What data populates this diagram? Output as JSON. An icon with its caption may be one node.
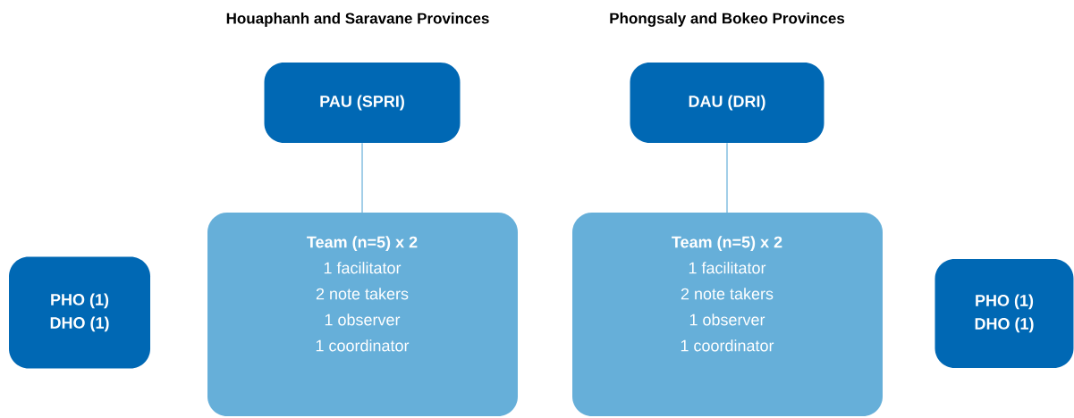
{
  "diagram": {
    "nodes": [
      {
        "text": [
          "PAU (SPRI)"
        ]
      },
      {
        "text": [
          "Team (n=5) x 2",
          "1 facilitator",
          "2 note takers",
          "1 observer",
          "1 coordinator"
        ]
      },
      {
        "text": [
          "DAU (DRI)"
        ]
      },
      {
        "text": [
          "Team (n=5) x 2",
          "1 facilitator",
          "2 note takers",
          "1 observer",
          "1 coordinator"
        ]
      },
      {
        "text": [
          "PHO (1)",
          "DHO (1)"
        ]
      },
      {
        "text": [
          "PHO (1)",
          "DHO (1)"
        ]
      }
    ],
    "edges": [
      {
        "from": 0,
        "to": 1,
        "arrow": "none"
      },
      {
        "from": 2,
        "to": 3,
        "arrow": "none"
      }
    ],
    "labels": [
      "Houaphanh and Saravane Provinces",
      "Phongsaly and Bokeo Provinces"
    ]
  }
}
